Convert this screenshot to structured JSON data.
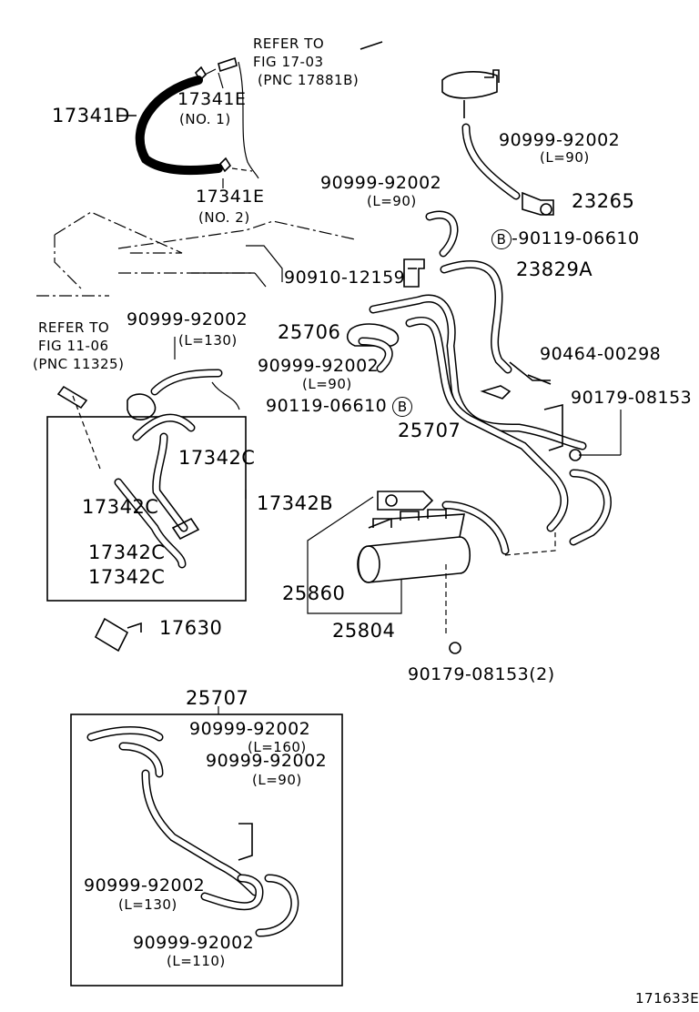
{
  "refer_17_03": {
    "line1": "REFER TO",
    "line2": "FIG 17-03",
    "line3": "(PNC 17881B)"
  },
  "refer_11_06": {
    "line1": "REFER TO",
    "line2": "FIG 11-06",
    "line3": "(PNC 11325)"
  },
  "parts": {
    "p17341D": "17341D",
    "p17341E_1": "17341E",
    "p17341E_1_sub": "(NO. 1)",
    "p17341E_2": "17341E",
    "p17341E_2_sub": "(NO. 2)",
    "p90999_top_right": "90999-92002",
    "p90999_top_right_len": "(L=90)",
    "p23265": "23265",
    "p90999_mid": "90999-92002",
    "p90999_mid_len": "(L=90)",
    "p90119_top_b": "B",
    "p90119_top": "-90119-06610",
    "p90910": "90910-12159",
    "p23829A": "23829A",
    "p90999_left": "90999-92002",
    "p90999_left_len": "(L=130)",
    "p25706": "25706",
    "p90999_center": "90999-92002",
    "p90999_center_len": "(L=90)",
    "p90119_center": "90119-06610",
    "p90119_center_b": "B",
    "p90464": "90464-00298",
    "p90179_right": "90179-08153",
    "p25707": "25707",
    "p17342C_a": "17342C",
    "p17342C_b": "17342C",
    "p17342B": "17342B",
    "p17342C_c": "17342C",
    "p17342C_d": "17342C",
    "p25860": "25860",
    "p25804": "25804",
    "p17630": "17630",
    "p90179_bottom": "90179-08153(2)"
  },
  "inset": {
    "title": "25707",
    "h1": "90999-92002",
    "h1_len": "(L=160)",
    "h2": "90999-92002",
    "h2_len": "(L=90)",
    "h3": "90999-92002",
    "h3_len": "(L=130)",
    "h4": "90999-92002",
    "h4_len": "(L=110)"
  },
  "figure_id": "171633E"
}
